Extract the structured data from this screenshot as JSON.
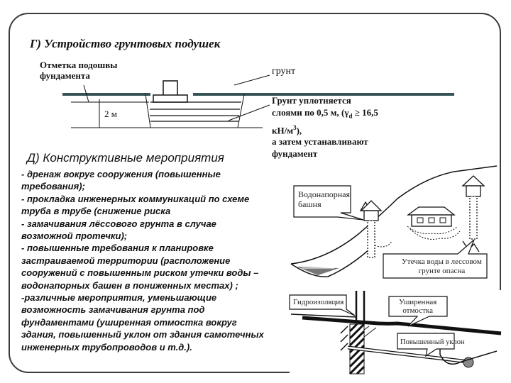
{
  "slide": {
    "heading": "Г) Устройство грунтовых подушек",
    "diagram1": {
      "label_base": [
        "Отметка подошвы",
        "фундамента"
      ],
      "label_soil": "грунт",
      "label_depth": "2 м",
      "note": [
        "Грунт уплотняется",
        "слоями по 0,5 м,  (γ",
        "d",
        " ≥ 16,5",
        "кН/м",
        "3",
        "),",
        "а затем устанавливают",
        "фундамент"
      ]
    },
    "section_title": "Д) Конструктивные мероприятия",
    "items": [
      " - дренаж вокруг сооружения (повышенные",
      "требования);",
      "   - прокладка инженерных коммуникаций по схеме",
      "труба в трубе (снижение риска",
      "   - замачивания лёссового грунта в случае",
      "возможной протечки);",
      "   - повышенные требования к планировке",
      "застраиваемой территории (расположение",
      "сооружений с повышенным риском утечки воды –",
      "водонапорных башен в пониженных местах) ;",
      "-различные мероприятия, уменьшающие",
      "возможность замачивания грунта под",
      "фундаментами (уширенная отмостка вокруг",
      "здания, повышенный уклон от здания самотечных",
      "инженерных трубопроводов и т.д.)."
    ],
    "diagram2": {
      "callout_tower": [
        "Водонапорная",
        "башня"
      ],
      "callout_leak": [
        "Утечка воды в лессовом",
        "грунте опасна"
      ]
    },
    "diagram3": {
      "callout_waterproof": "Гидроизоляция",
      "callout_apron": [
        "Уширенная",
        "отмостка"
      ],
      "callout_slope": "Повышенный уклон"
    }
  }
}
